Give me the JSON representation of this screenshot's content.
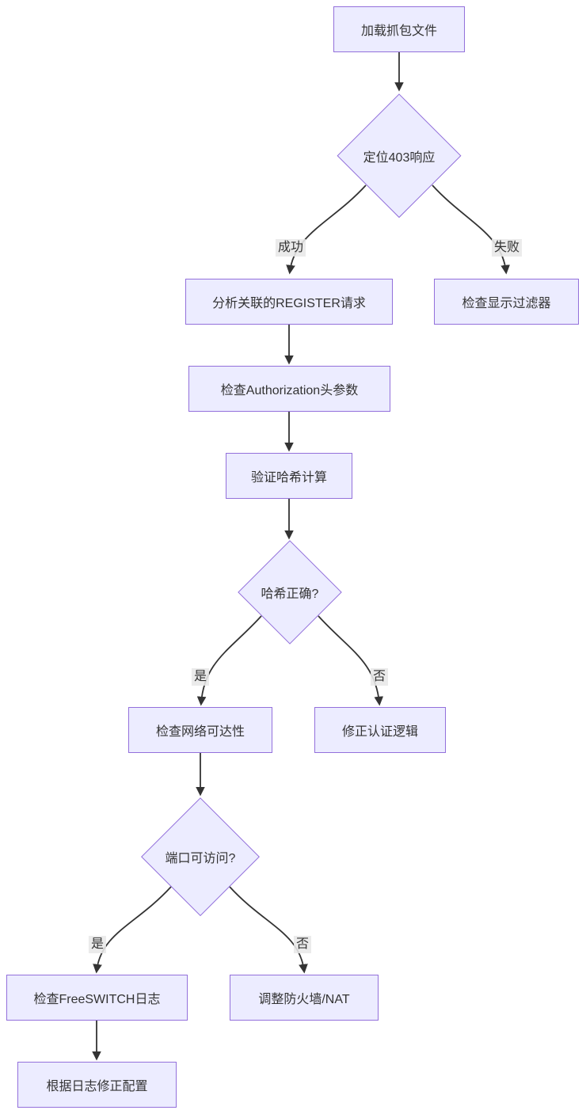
{
  "colors": {
    "node_fill": "#ECECFF",
    "node_border": "#9370DB",
    "edge_line": "#333333",
    "text": "#333333",
    "edge_label_bg": "#e8e8e8",
    "background": "#ffffff"
  },
  "flowchart": {
    "nodes": [
      {
        "id": "load-capture",
        "type": "process",
        "label": "加载抓包文件"
      },
      {
        "id": "locate-403",
        "type": "decision",
        "label": "定位403响应"
      },
      {
        "id": "analyze-register",
        "type": "process",
        "label": "分析关联的REGISTER请求"
      },
      {
        "id": "check-display-filter",
        "type": "process",
        "label": "检查显示过滤器"
      },
      {
        "id": "check-authorization-header",
        "type": "process",
        "label": "检查Authorization头参数"
      },
      {
        "id": "verify-hash",
        "type": "process",
        "label": "验证哈希计算"
      },
      {
        "id": "hash-correct",
        "type": "decision",
        "label": "哈希正确?"
      },
      {
        "id": "check-network-reachability",
        "type": "process",
        "label": "检查网络可达性"
      },
      {
        "id": "fix-auth-logic",
        "type": "process",
        "label": "修正认证逻辑"
      },
      {
        "id": "port-accessible",
        "type": "decision",
        "label": "端口可访问?"
      },
      {
        "id": "check-freeswitch-logs",
        "type": "process",
        "label": "检查FreeSWITCH日志"
      },
      {
        "id": "adjust-firewall-nat",
        "type": "process",
        "label": "调整防火墙/NAT"
      },
      {
        "id": "fix-config-per-logs",
        "type": "process",
        "label": "根据日志修正配置"
      }
    ],
    "edges": [
      {
        "from": "load-capture",
        "to": "locate-403",
        "label": ""
      },
      {
        "from": "locate-403",
        "to": "analyze-register",
        "label": "成功"
      },
      {
        "from": "locate-403",
        "to": "check-display-filter",
        "label": "失败"
      },
      {
        "from": "analyze-register",
        "to": "check-authorization-header",
        "label": ""
      },
      {
        "from": "check-authorization-header",
        "to": "verify-hash",
        "label": ""
      },
      {
        "from": "verify-hash",
        "to": "hash-correct",
        "label": ""
      },
      {
        "from": "hash-correct",
        "to": "check-network-reachability",
        "label": "是"
      },
      {
        "from": "hash-correct",
        "to": "fix-auth-logic",
        "label": "否"
      },
      {
        "from": "check-network-reachability",
        "to": "port-accessible",
        "label": ""
      },
      {
        "from": "port-accessible",
        "to": "check-freeswitch-logs",
        "label": "是"
      },
      {
        "from": "port-accessible",
        "to": "adjust-firewall-nat",
        "label": "否"
      },
      {
        "from": "check-freeswitch-logs",
        "to": "fix-config-per-logs",
        "label": ""
      }
    ]
  }
}
